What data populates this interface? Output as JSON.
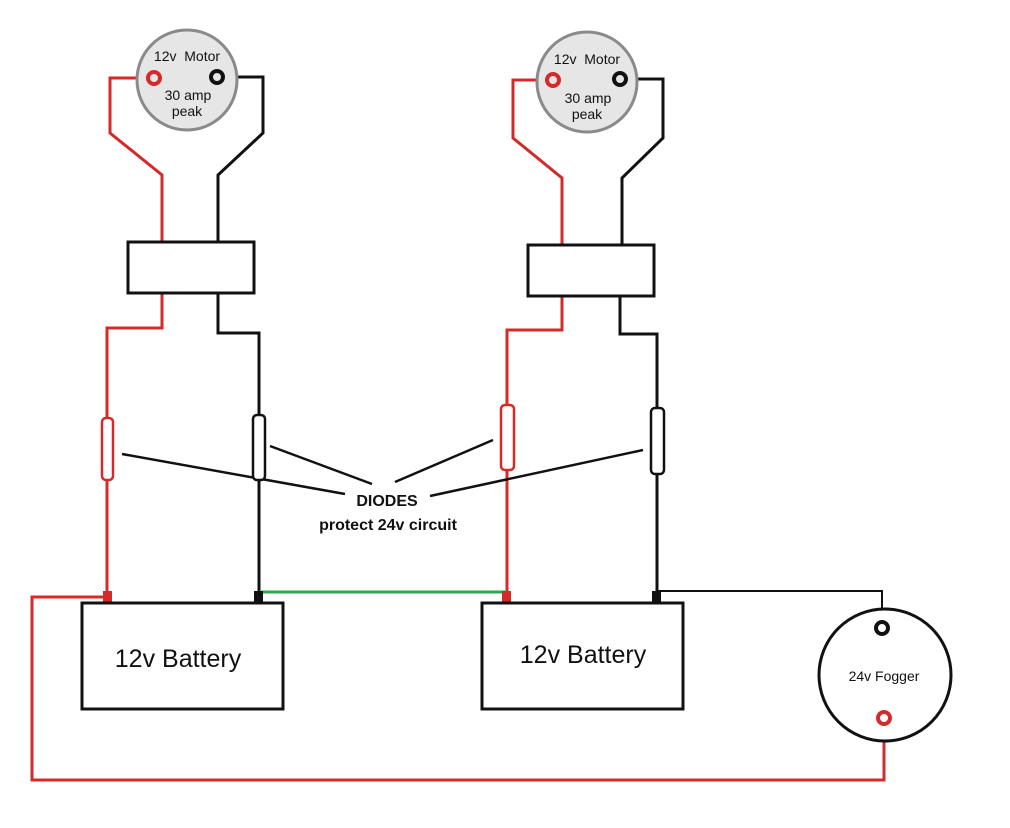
{
  "colors": {
    "positive_wire": "#d42a2a",
    "negative_wire": "#111111",
    "series_link": "#2ea84a",
    "motor_fill": "#e6e6e6",
    "motor_rim": "#8a8a8a"
  },
  "motors": [
    {
      "label": "12v  Motor",
      "rating_line1": "30 amp",
      "rating_line2": "peak"
    },
    {
      "label": "12v  Motor",
      "rating_line1": "30 amp",
      "rating_line2": "peak"
    }
  ],
  "diodes_label": {
    "title": "DIODES",
    "subtitle": "protect 24v circuit"
  },
  "batteries": [
    {
      "label": "12v Battery"
    },
    {
      "label": "12v Battery"
    }
  ],
  "fogger": {
    "label": "24v Fogger"
  }
}
